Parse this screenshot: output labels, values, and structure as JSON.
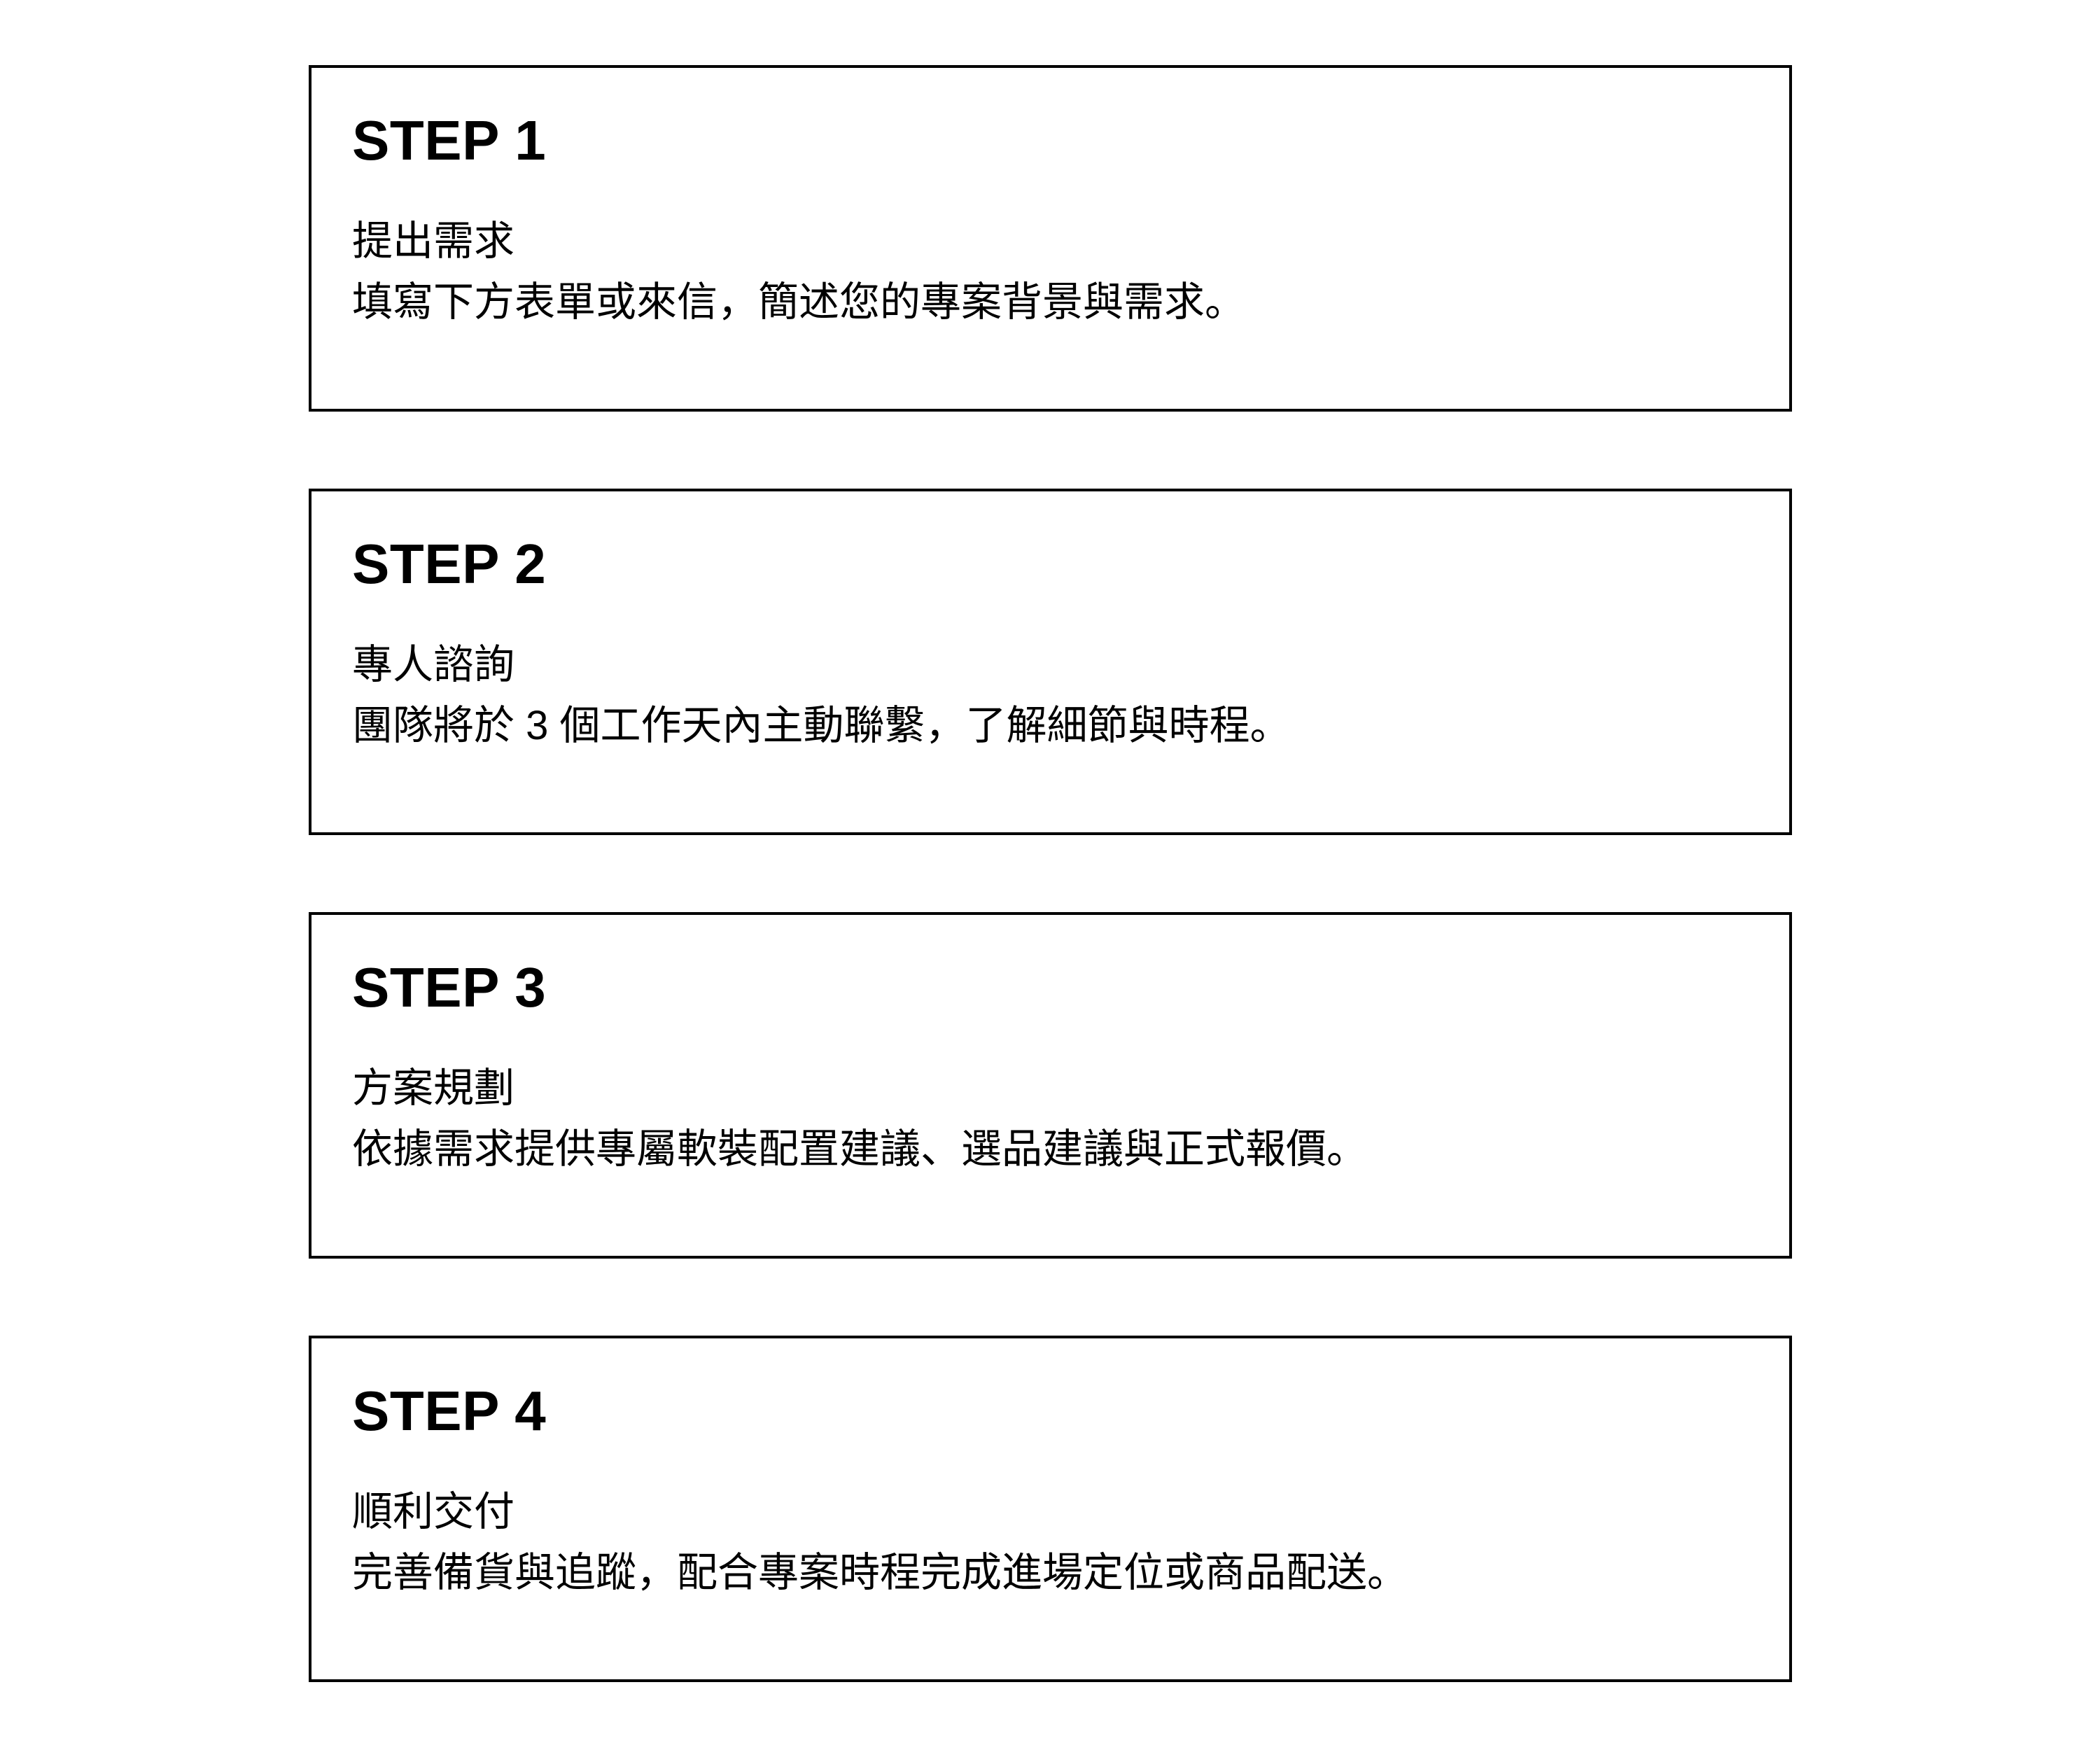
{
  "page": {
    "background_color": "#ffffff",
    "text_color": "#000000",
    "border_color": "#000000"
  },
  "steps": [
    {
      "heading": "STEP 1",
      "title": "提出需求",
      "description": "填寫下方表單或來信，簡述您的專案背景與需求。"
    },
    {
      "heading": "STEP 2",
      "title": "專人諮詢",
      "description": "團隊將於 3 個工作天內主動聯繫，了解細節與時程。"
    },
    {
      "heading": "STEP 3",
      "title": "方案規劃",
      "description": "依據需求提供專屬軟裝配置建議、選品建議與正式報價。"
    },
    {
      "heading": "STEP 4",
      "title": "順利交付",
      "description": "完善備貨與追蹤，配合專案時程完成進場定位或商品配送。"
    }
  ]
}
